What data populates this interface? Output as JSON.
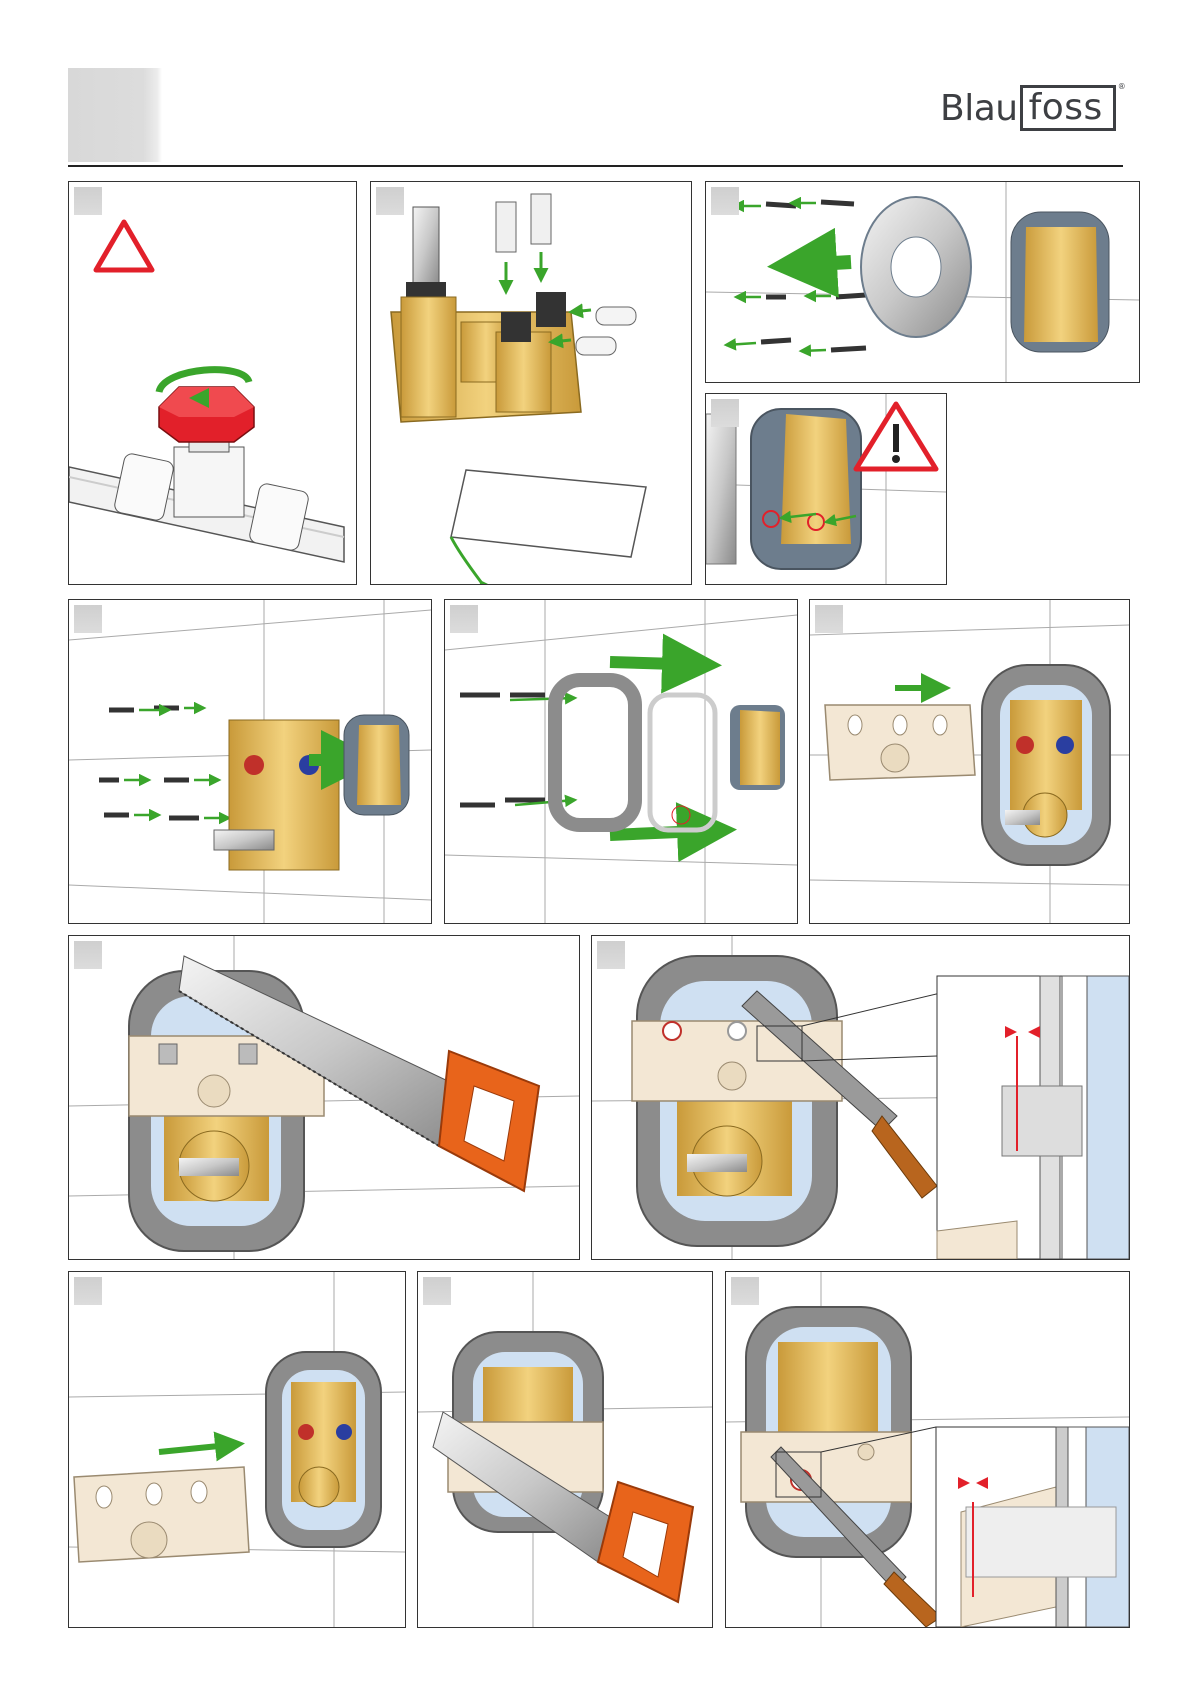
{
  "brand": {
    "name_part1": "Blau",
    "name_part2": "foss",
    "registered": "®"
  },
  "colors": {
    "arrow_green": "#3aa52b",
    "warning_red": "#e2202a",
    "brass": "#e9c46a",
    "saw_handle": "#e8641b",
    "frame_grey": "#8c8c8c"
  },
  "panels": [
    {
      "id": "p1",
      "icon": "shut-off-valve-icon"
    },
    {
      "id": "p2",
      "icon": "valve-body-exploded-icon"
    },
    {
      "id": "p3",
      "icon": "remove-screws-icon"
    },
    {
      "id": "p4",
      "icon": "check-seals-icon"
    },
    {
      "id": "p5",
      "icon": "mount-valve-icon"
    },
    {
      "id": "p6",
      "icon": "mount-frame-icon"
    },
    {
      "id": "p7",
      "icon": "attach-template-icon"
    },
    {
      "id": "p8",
      "icon": "saw-cut-icon"
    },
    {
      "id": "p9",
      "icon": "file-edge-icon"
    },
    {
      "id": "p10",
      "icon": "attach-template-icon"
    },
    {
      "id": "p11",
      "icon": "saw-cut-icon"
    },
    {
      "id": "p12",
      "icon": "file-edge-icon"
    }
  ]
}
